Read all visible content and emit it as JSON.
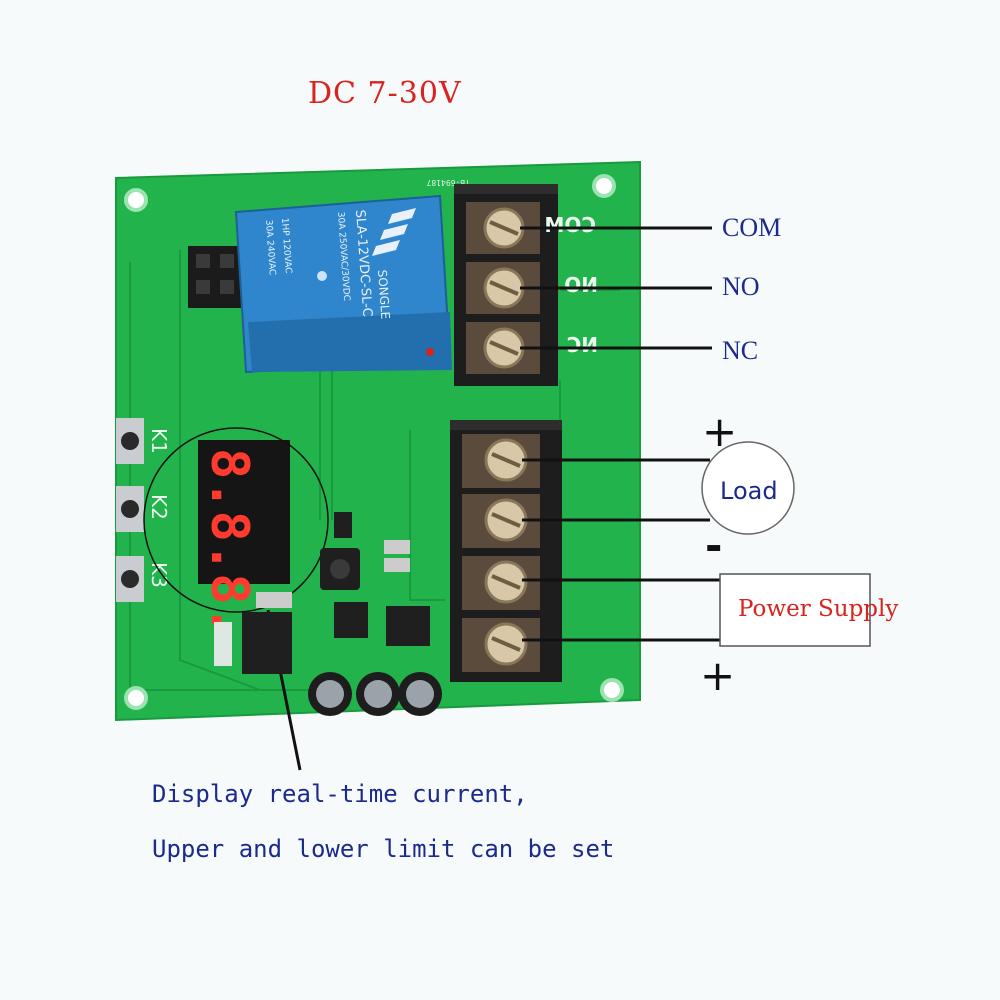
{
  "title": "DC 7-30V",
  "relay_terminals": {
    "com": "COM",
    "no": "NO",
    "nc": "NC"
  },
  "load": {
    "label": "Load",
    "plus": "+",
    "minus": "-"
  },
  "power_supply": {
    "label": "Power Supply",
    "plus": "+"
  },
  "caption": {
    "line1": "Display real-time current,",
    "line2": "Upper and lower limit can be set"
  },
  "buttons": [
    "K1",
    "K2",
    "K3"
  ],
  "relay": {
    "brand": "SONGLE",
    "model": "SLA-12VDC-SL-C",
    "rating1": "30A 250VAC/30VDC",
    "rating2": "1HP 120VAC",
    "rating3": "30A 240VAC"
  },
  "display_digits": "8.8.8.",
  "silkscreen": {
    "com": "COM",
    "no": "NO",
    "nc": "NC",
    "code": "TB-694187"
  },
  "colors": {
    "board": "#23b34d",
    "relay": "#2f86cc",
    "label_blue": "#1c2a8c",
    "accent_red": "#d8231e",
    "display_red": "#ff3b2f"
  }
}
